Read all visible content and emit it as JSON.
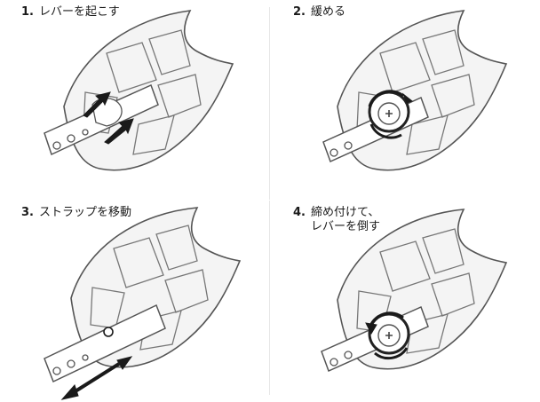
{
  "steps": [
    {
      "num": "1.",
      "text": "レバーを起こす",
      "icon": "lever-raise-icon"
    },
    {
      "num": "2.",
      "text": "緩める",
      "icon": "loosen-dial-icon"
    },
    {
      "num": "3.",
      "text": "ストラップを移動",
      "icon": "move-strap-icon"
    },
    {
      "num": "4.",
      "text": "締め付けて、\nレバーを倒す",
      "icon": "tighten-lower-lever-icon"
    }
  ]
}
